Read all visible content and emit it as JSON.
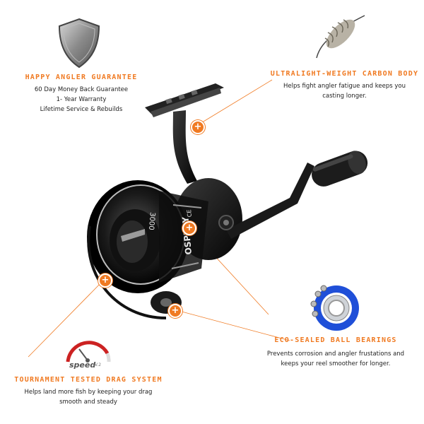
{
  "features": {
    "guarantee": {
      "title": "HAPPY ANGLER GUARANTEE",
      "lines": [
        "60 Day Money Back Guarantee",
        "1- Year Warranty",
        "Lifetime Service & Rebuilds"
      ],
      "icon": "shield-icon"
    },
    "carbon_body": {
      "title": "ULTRALIGHT-WEIGHT CARBON BODY",
      "lines": [
        "Helps fight angler fatigue and keeps you",
        "casting longer."
      ],
      "icon": "feather-icon"
    },
    "drag_system": {
      "title": "TOURNAMENT TESTED DRAG SYSTEM",
      "lines": [
        "Helps land more fish by keeping your drag",
        "smooth and steady"
      ],
      "icon": "speedometer-icon",
      "gauge_label": "speed",
      "gauge_sub": "V.2"
    },
    "bearings": {
      "title": "ECO-SEALED BALL BEARINGS",
      "lines": [
        "Prevents corrosion and angler frustations and",
        "keeps your reel smoother for longer."
      ],
      "icon": "ball-bearing-icon"
    }
  },
  "reel": {
    "brand": "OSPREY",
    "model": "CE",
    "size": "3000"
  },
  "colors": {
    "accent": "#f07a22",
    "text": "#222222",
    "reel": "#111111"
  }
}
